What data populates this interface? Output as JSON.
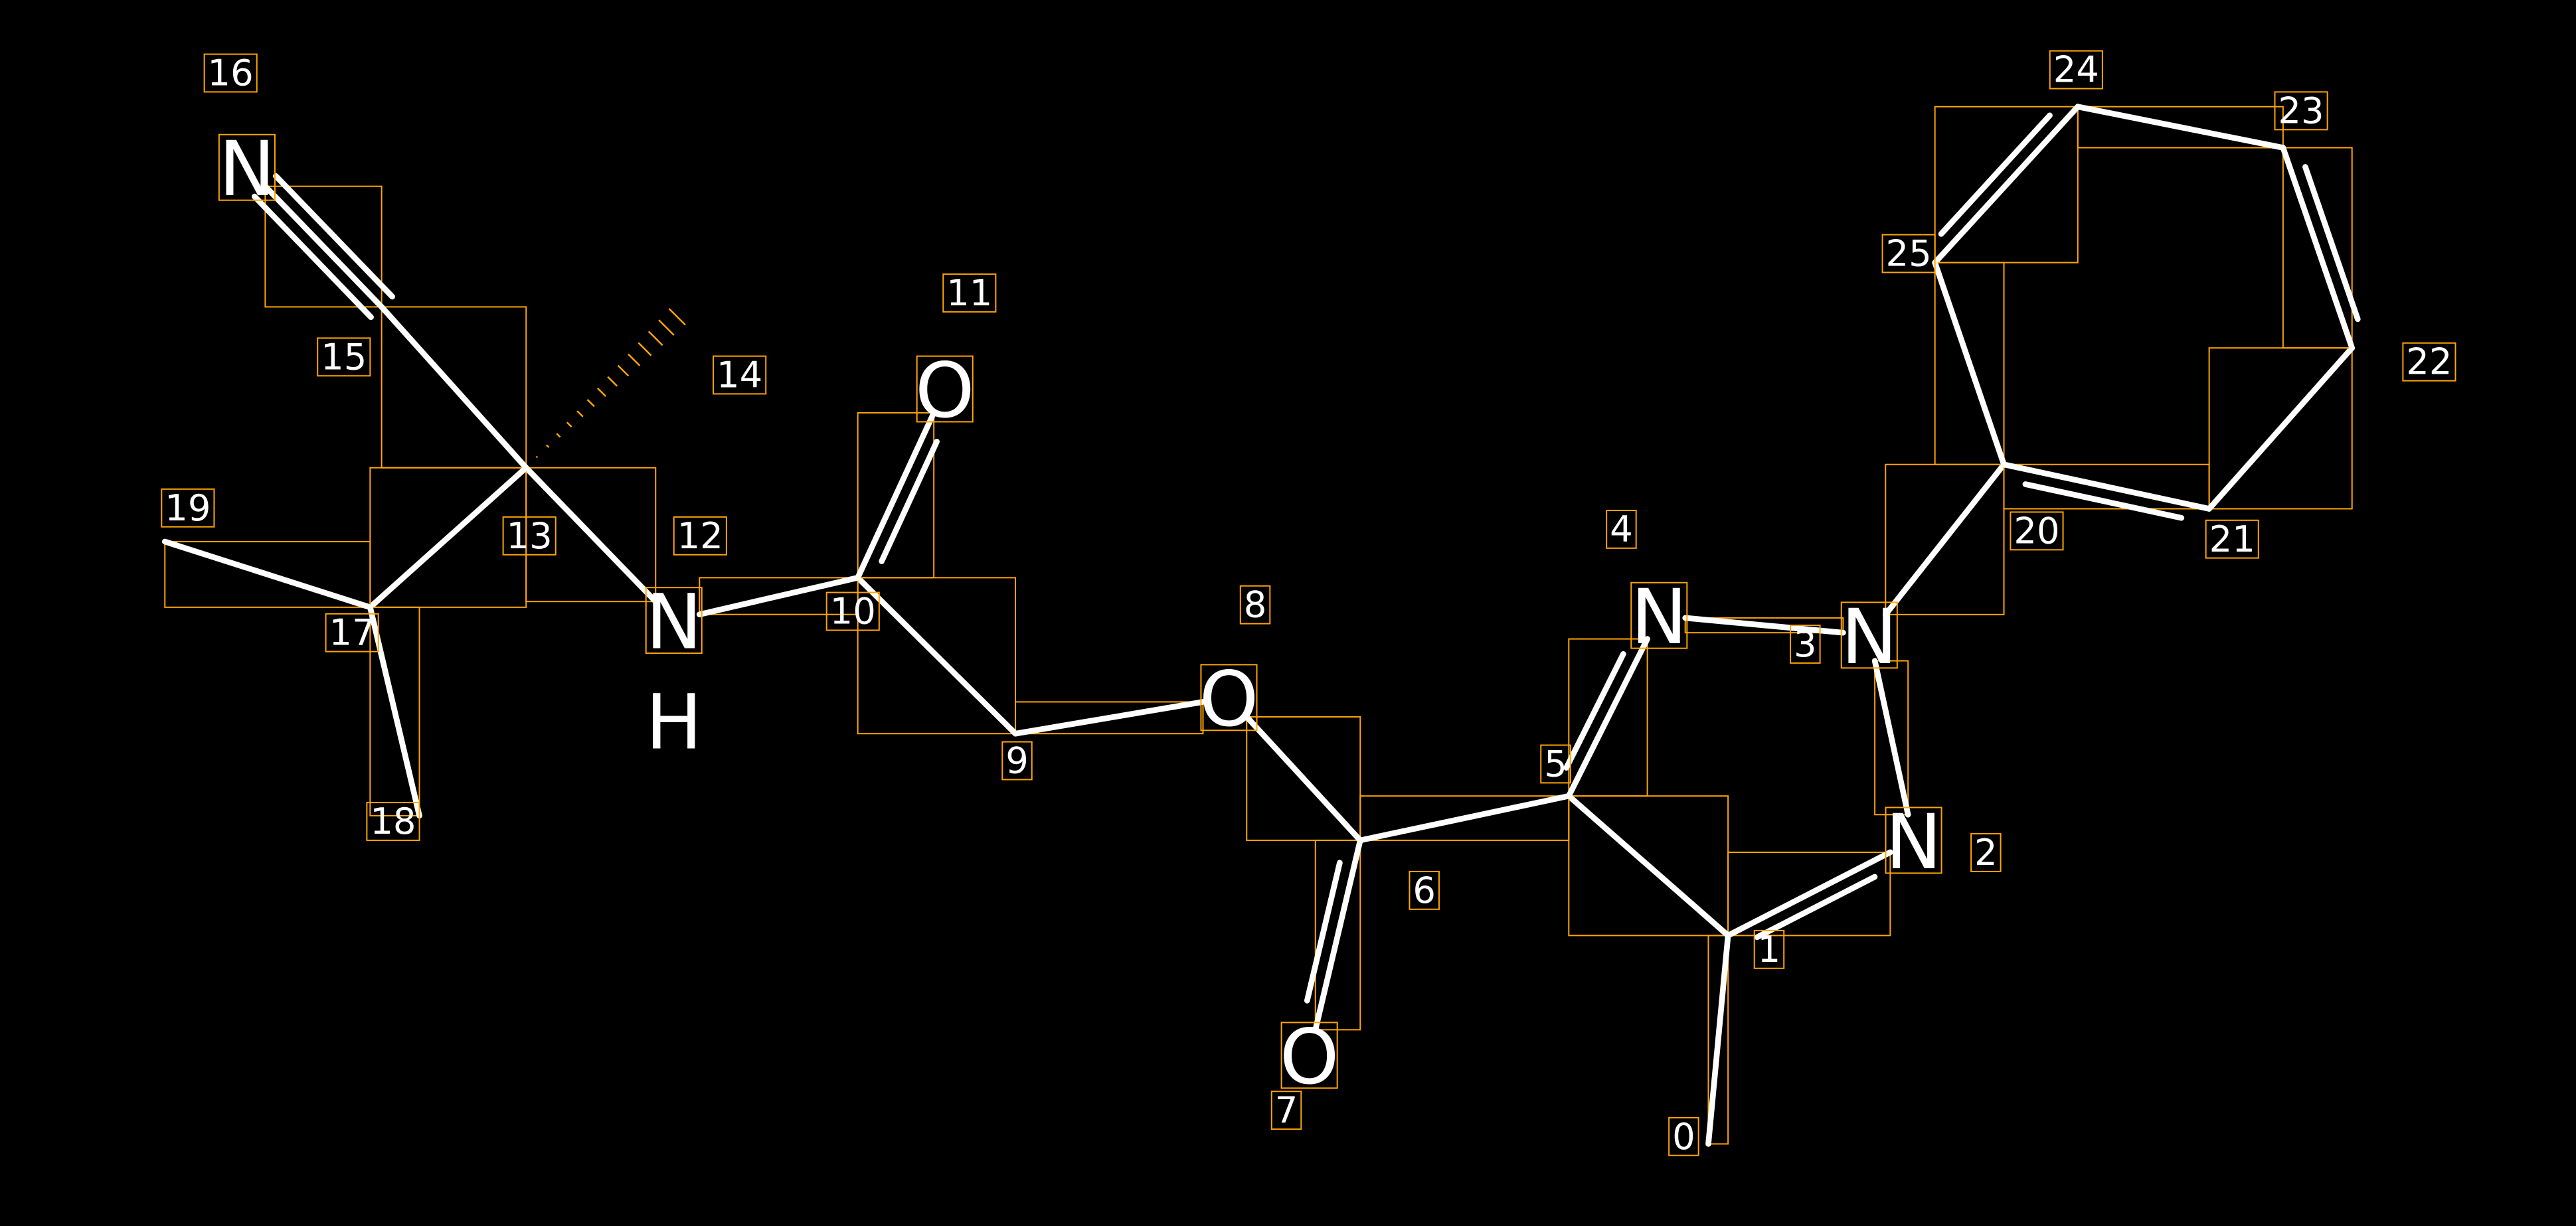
{
  "diagram": {
    "type": "molecule",
    "colors": {
      "background": "#000000",
      "bond": "#ffffff",
      "box": "#ffa500"
    },
    "atoms": [
      {
        "index": "0",
        "element": ""
      },
      {
        "index": "1",
        "element": ""
      },
      {
        "index": "2",
        "element": "N"
      },
      {
        "index": "3",
        "element": "N"
      },
      {
        "index": "4",
        "element": "N"
      },
      {
        "index": "5",
        "element": ""
      },
      {
        "index": "6",
        "element": ""
      },
      {
        "index": "7",
        "element": "O"
      },
      {
        "index": "8",
        "element": "O"
      },
      {
        "index": "9",
        "element": ""
      },
      {
        "index": "10",
        "element": ""
      },
      {
        "index": "11",
        "element": "O"
      },
      {
        "index": "12",
        "element": "N",
        "h": "H"
      },
      {
        "index": "13",
        "element": ""
      },
      {
        "index": "14",
        "element": ""
      },
      {
        "index": "15",
        "element": ""
      },
      {
        "index": "16",
        "element": "N"
      },
      {
        "index": "17",
        "element": ""
      },
      {
        "index": "18",
        "element": ""
      },
      {
        "index": "19",
        "element": ""
      },
      {
        "index": "20",
        "element": ""
      },
      {
        "index": "21",
        "element": ""
      },
      {
        "index": "22",
        "element": ""
      },
      {
        "index": "23",
        "element": ""
      },
      {
        "index": "24",
        "element": ""
      },
      {
        "index": "25",
        "element": ""
      }
    ],
    "bonds": [
      [
        0,
        1,
        1
      ],
      [
        1,
        2,
        2
      ],
      [
        2,
        3,
        1
      ],
      [
        3,
        4,
        1
      ],
      [
        4,
        5,
        2
      ],
      [
        5,
        1,
        1
      ],
      [
        5,
        6,
        1
      ],
      [
        6,
        7,
        2
      ],
      [
        6,
        8,
        1
      ],
      [
        8,
        9,
        1
      ],
      [
        9,
        10,
        1
      ],
      [
        10,
        11,
        2
      ],
      [
        10,
        12,
        1
      ],
      [
        12,
        13,
        1
      ],
      [
        13,
        14,
        "hash"
      ],
      [
        13,
        15,
        1
      ],
      [
        15,
        16,
        3
      ],
      [
        13,
        17,
        1
      ],
      [
        17,
        18,
        1
      ],
      [
        17,
        19,
        1
      ],
      [
        3,
        20,
        1
      ],
      [
        20,
        21,
        2
      ],
      [
        21,
        22,
        1
      ],
      [
        22,
        23,
        2
      ],
      [
        23,
        24,
        1
      ],
      [
        24,
        25,
        2
      ],
      [
        25,
        20,
        1
      ]
    ]
  }
}
